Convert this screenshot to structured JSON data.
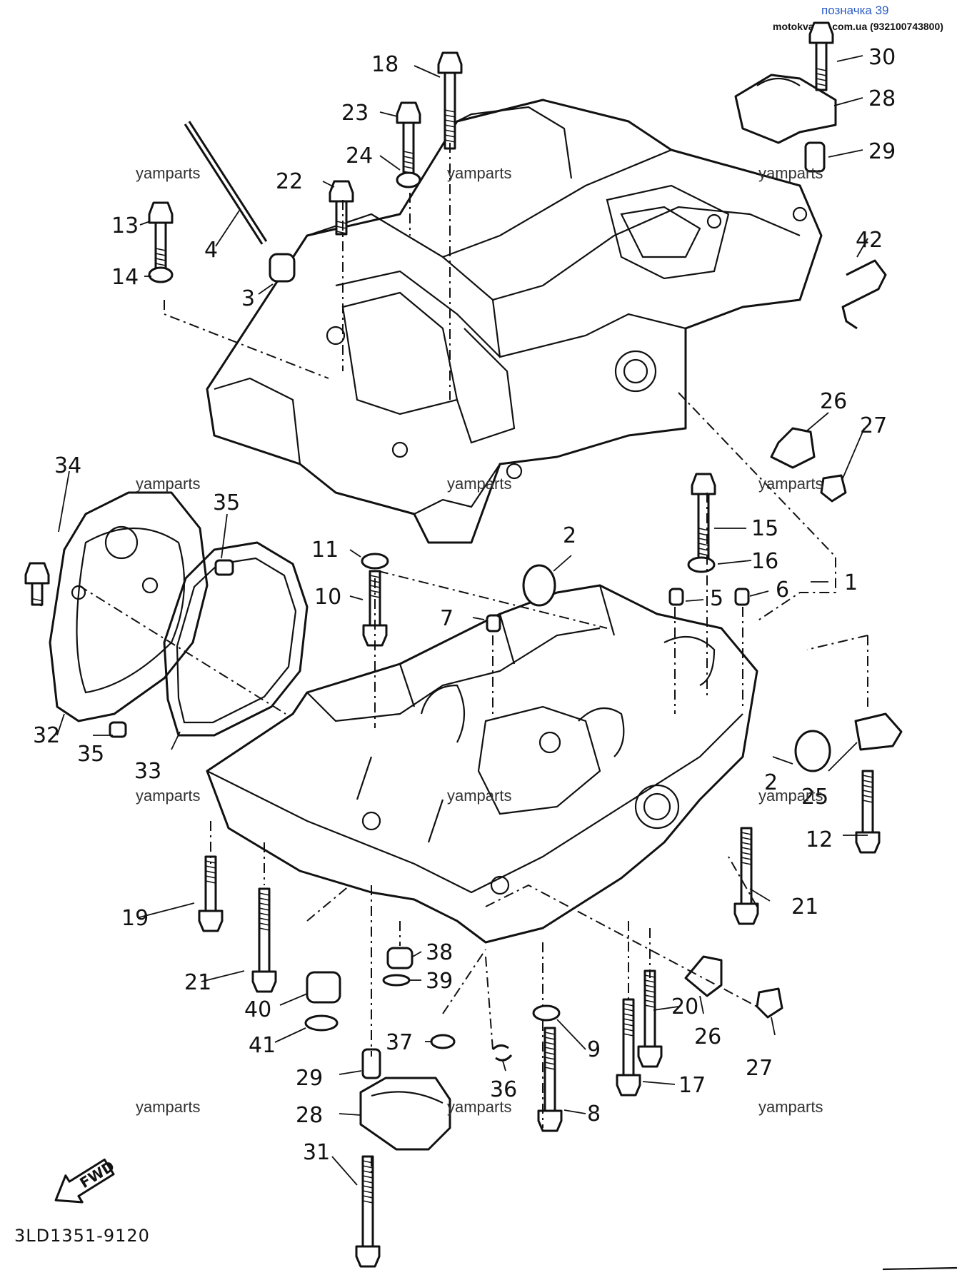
{
  "header": {
    "label": "позначка 39",
    "source": "motokvartal.com.ua (932100743800)"
  },
  "figure": {
    "reference_code": "3LD1351-9120",
    "fwd_label": "FWD",
    "watermark": "yamparts"
  },
  "callouts": [
    {
      "id": "c1",
      "label": "1"
    },
    {
      "id": "c2a",
      "label": "2"
    },
    {
      "id": "c2b",
      "label": "2"
    },
    {
      "id": "c3",
      "label": "3"
    },
    {
      "id": "c4",
      "label": "4"
    },
    {
      "id": "c5",
      "label": "5"
    },
    {
      "id": "c6",
      "label": "6"
    },
    {
      "id": "c7",
      "label": "7"
    },
    {
      "id": "c8",
      "label": "8"
    },
    {
      "id": "c9",
      "label": "9"
    },
    {
      "id": "c10",
      "label": "10"
    },
    {
      "id": "c11",
      "label": "11"
    },
    {
      "id": "c12",
      "label": "12"
    },
    {
      "id": "c13",
      "label": "13"
    },
    {
      "id": "c14",
      "label": "14"
    },
    {
      "id": "c15",
      "label": "15"
    },
    {
      "id": "c16",
      "label": "16"
    },
    {
      "id": "c17",
      "label": "17"
    },
    {
      "id": "c18",
      "label": "18"
    },
    {
      "id": "c19",
      "label": "19"
    },
    {
      "id": "c20",
      "label": "20"
    },
    {
      "id": "c21a",
      "label": "21"
    },
    {
      "id": "c21b",
      "label": "21"
    },
    {
      "id": "c22",
      "label": "22"
    },
    {
      "id": "c23",
      "label": "23"
    },
    {
      "id": "c24",
      "label": "24"
    },
    {
      "id": "c25",
      "label": "25"
    },
    {
      "id": "c26a",
      "label": "26"
    },
    {
      "id": "c26b",
      "label": "26"
    },
    {
      "id": "c27a",
      "label": "27"
    },
    {
      "id": "c27b",
      "label": "27"
    },
    {
      "id": "c28a",
      "label": "28"
    },
    {
      "id": "c28b",
      "label": "28"
    },
    {
      "id": "c29a",
      "label": "29"
    },
    {
      "id": "c29b",
      "label": "29"
    },
    {
      "id": "c30",
      "label": "30"
    },
    {
      "id": "c31",
      "label": "31"
    },
    {
      "id": "c32",
      "label": "32"
    },
    {
      "id": "c33",
      "label": "33"
    },
    {
      "id": "c34",
      "label": "34"
    },
    {
      "id": "c35a",
      "label": "35"
    },
    {
      "id": "c35b",
      "label": "35"
    },
    {
      "id": "c36",
      "label": "36"
    },
    {
      "id": "c37",
      "label": "37"
    },
    {
      "id": "c38",
      "label": "38"
    },
    {
      "id": "c39",
      "label": "39"
    },
    {
      "id": "c40",
      "label": "40"
    },
    {
      "id": "c41",
      "label": "41"
    },
    {
      "id": "c42",
      "label": "42"
    }
  ]
}
